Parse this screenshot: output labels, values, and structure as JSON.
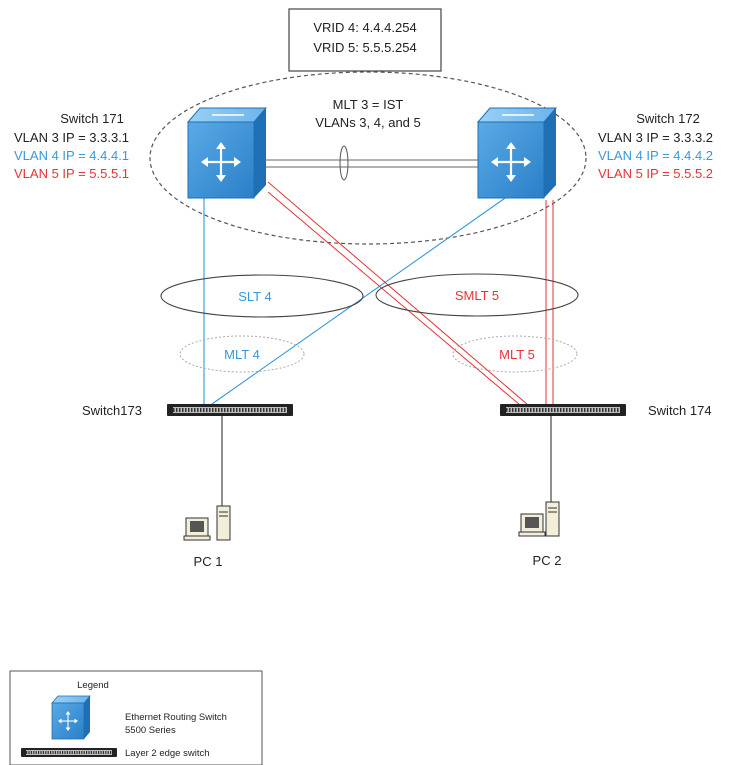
{
  "colors": {
    "blue": "#3399dd",
    "red": "#e8323a",
    "black": "#222222",
    "switch_face": "#3b8fd6",
    "switch_top": "#7cc0f0",
    "switch_side": "#1f6fb5"
  },
  "icons": {
    "routing_switch": "ethernet-routing-switch-cube-icon",
    "edge_switch": "layer2-edge-switch-icon",
    "pc": "desktop-pc-icon"
  },
  "vrid_box": {
    "line1": "VRID 4: 4.4.4.254",
    "line2": "VRID 5: 5.5.5.254"
  },
  "ist": {
    "line1": "MLT 3 = IST",
    "line2": "VLANs 3, 4, and 5"
  },
  "switch171": {
    "name": "Switch 171",
    "vlan3": "VLAN 3 IP = 3.3.3.1",
    "vlan4": "VLAN 4 IP = 4.4.4.1",
    "vlan5": "VLAN 5 IP = 5.5.5.1"
  },
  "switch172": {
    "name": "Switch 172",
    "vlan3": "VLAN 3 IP = 3.3.3.2",
    "vlan4": "VLAN 4 IP = 4.4.4.2",
    "vlan5": "VLAN 5 IP = 5.5.5.2"
  },
  "trunks": {
    "slt4": "SLT 4",
    "smlt5": "SMLT 5",
    "mlt4": "MLT 4",
    "mlt5": "MLT 5"
  },
  "switch173": {
    "name": "Switch173"
  },
  "switch174": {
    "name": "Switch 174"
  },
  "pc1": {
    "name": "PC 1"
  },
  "pc2": {
    "name": "PC 2"
  },
  "legend": {
    "title": "Legend",
    "routing_line1": "Ethernet Routing Switch",
    "routing_line2": "5500 Series",
    "edge_label": "Layer 2 edge switch"
  }
}
